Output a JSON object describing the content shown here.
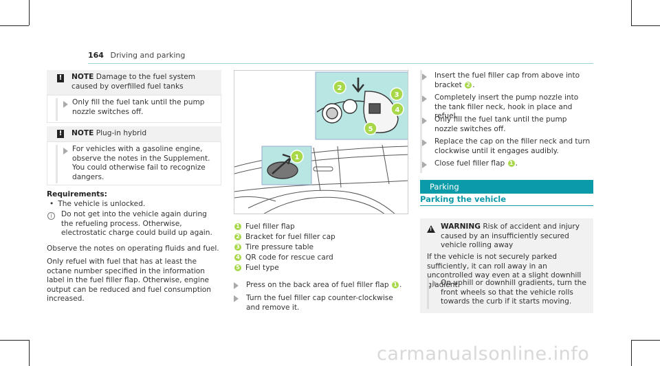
{
  "header": {
    "page_number": "164",
    "title": "Driving and parking"
  },
  "left": {
    "note1": {
      "label": "NOTE",
      "text": "Damage to the fuel system caused by overfilled fuel tanks"
    },
    "note1_step": "Only fill the fuel tank until the pump nozzle switches off.",
    "note2": {
      "label": "NOTE",
      "text": "Plug-in hybrid"
    },
    "note2_step": "For vehicles with a gasoline engine, observe the notes in the Supplement. You could otherwise fail to recognize dangers.",
    "requirements_label": "Requirements:",
    "requirement_item": "The vehicle is unlocked.",
    "info_text": "Do not get into the vehicle again during the refueling process. Otherwise, electrostatic charge could build up again.",
    "para1": "Observe the notes on operating fluids and fuel.",
    "para2": "Only refuel with fuel that has at least the octane number specified in the information label in the fuel filler flap. Otherwise, engine output can be reduced and fuel consumption increased."
  },
  "middle": {
    "image_callouts": [
      "1",
      "2",
      "3",
      "4",
      "5"
    ],
    "legend": [
      {
        "num": "1",
        "label": "Fuel filler flap"
      },
      {
        "num": "2",
        "label": "Bracket for fuel filler cap"
      },
      {
        "num": "3",
        "label": "Tire pressure table"
      },
      {
        "num": "4",
        "label": "QR code for rescue card"
      },
      {
        "num": "5",
        "label": "Fuel type"
      }
    ],
    "step1_pre": "Press on the back area of fuel filler flap",
    "step1_num": "1",
    "step1_post": ".",
    "step2": "Turn the fuel filler cap counter-clockwise and remove it."
  },
  "right": {
    "step1_pre": "Insert the fuel filler cap from above into bracket",
    "step1_num": "2",
    "step1_post": ".",
    "step2": "Completely insert the pump nozzle into the tank filler neck, hook in place and refuel.",
    "step3": "Only fill the fuel tank until the pump nozzle switches off.",
    "step4": "Replace the cap on the filler neck and turn clockwise until it engages audibly.",
    "step5_pre": "Close fuel filler flap",
    "step5_num": "1",
    "step5_post": ".",
    "section_title": "Parking",
    "subsection_title": "Parking the vehicle",
    "warning_label": "WARNING",
    "warning_text": "Risk of accident and injury caused by an insufficiently secured vehicle rolling away",
    "warning_body": "If the vehicle is not securely parked sufficiently, it can roll away in an uncontrolled way even at a slight downhill gradient.",
    "warning_step": "On uphill or downhill gradients, turn the front wheels so that the vehicle rolls towards the curb if it starts moving."
  },
  "footer": {
    "watermark": "carmanualsonline.info"
  },
  "colors": {
    "accent": "#0b9aa8",
    "callout": "#a8d84a",
    "note_bg": "#f1f1f1"
  }
}
